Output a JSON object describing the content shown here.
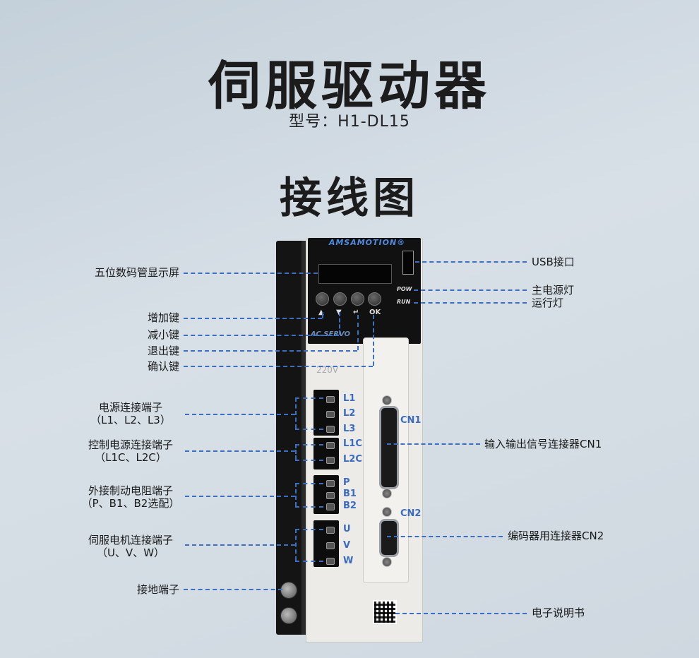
{
  "header": {
    "title": "伺服驱动器",
    "model": "型号：H1-DL15",
    "subtitle": "接线图"
  },
  "device": {
    "brand": "AMSAMOTION®",
    "series": "AC SERVO",
    "voltage": "220V",
    "buttons": [
      "▲",
      "▼",
      "↵",
      "OK"
    ],
    "led_pow": "POW",
    "led_run": "RUN",
    "port_cn1": "CN1",
    "port_cn2": "CN2",
    "terminals": [
      "L1",
      "L2",
      "L3",
      "L1C",
      "L2C",
      "P",
      "B1",
      "B2",
      "U",
      "V",
      "W"
    ]
  },
  "labels": {
    "display": "五位数码管显示屏",
    "up_key": "增加键",
    "down_key": "减小键",
    "exit_key": "退出键",
    "confirm_key": "确认键",
    "power_terminal": "电源连接端子",
    "power_terminal_sub": "（L1、L2、L3）",
    "ctrl_power_terminal": "控制电源连接端子",
    "ctrl_power_terminal_sub": "（L1C、L2C）",
    "brake_terminal": "外接制动电阻端子",
    "brake_terminal_sub": "（P、B1、B2选配）",
    "motor_terminal": "伺服电机连接端子",
    "motor_terminal_sub": "（U、V、W）",
    "ground_terminal": "接地端子",
    "usb_port": "USB接口",
    "pow_led": "主电源灯",
    "run_led": "运行灯",
    "cn1": "输入输出信号连接器CN1",
    "cn2": "编码器用连接器CN2",
    "manual": "电子说明书"
  }
}
